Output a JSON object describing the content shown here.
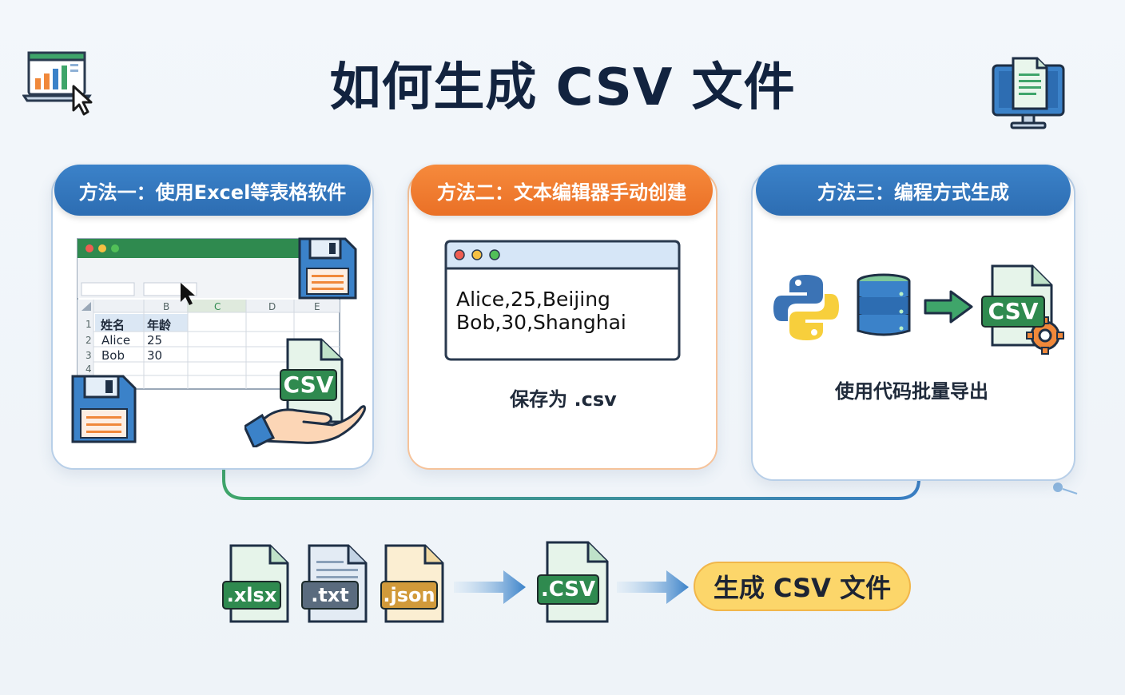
{
  "title": "如何生成 CSV 文件",
  "methods": [
    {
      "label": "方法一：使用Excel等表格软件",
      "color": "#2f72b8"
    },
    {
      "label": "方法二：文本编辑器手动创建",
      "caption": "保存为 .csv",
      "color": "#f07a2e"
    },
    {
      "label": "方法三：编程方式生成",
      "caption": "使用代码批量导出",
      "color": "#2f72b8"
    }
  ],
  "excel": {
    "columns": [
      "B",
      "C",
      "D",
      "E"
    ],
    "rows": [
      "1",
      "2",
      "3",
      "4"
    ],
    "headers": [
      "姓名",
      "年龄"
    ],
    "data": [
      [
        "Alice",
        "25"
      ],
      [
        "Bob",
        "30"
      ]
    ],
    "badge": "CSV"
  },
  "editor": {
    "lines": [
      "Alice,25,Beijing",
      "Bob,30,Shanghai"
    ]
  },
  "code": {
    "badge": "CSV"
  },
  "flow": {
    "inputs": [
      ".xlsx",
      ".txt",
      ".json"
    ],
    "output": ".CSV",
    "result": "生成 CSV 文件"
  }
}
